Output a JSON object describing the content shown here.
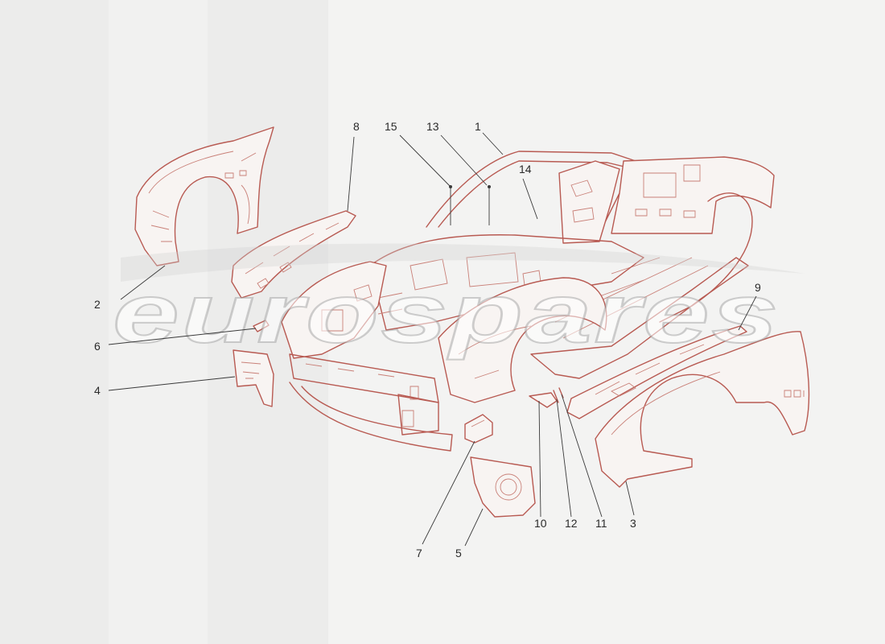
{
  "callouts": [
    {
      "id": "1",
      "label": "1"
    },
    {
      "id": "2",
      "label": "2"
    },
    {
      "id": "3",
      "label": "3"
    },
    {
      "id": "4",
      "label": "4"
    },
    {
      "id": "5",
      "label": "5"
    },
    {
      "id": "6",
      "label": "6"
    },
    {
      "id": "7",
      "label": "7"
    },
    {
      "id": "8",
      "label": "8"
    },
    {
      "id": "9",
      "label": "9"
    },
    {
      "id": "10",
      "label": "10"
    },
    {
      "id": "11",
      "label": "11"
    },
    {
      "id": "12",
      "label": "12"
    },
    {
      "id": "13",
      "label": "13"
    },
    {
      "id": "14",
      "label": "14"
    },
    {
      "id": "15",
      "label": "15"
    }
  ],
  "watermark": {
    "text": "eurospares"
  },
  "colors": {
    "line_art": "#b85a52",
    "leader": "#3a3a3a",
    "background": "#f1f1f0"
  }
}
